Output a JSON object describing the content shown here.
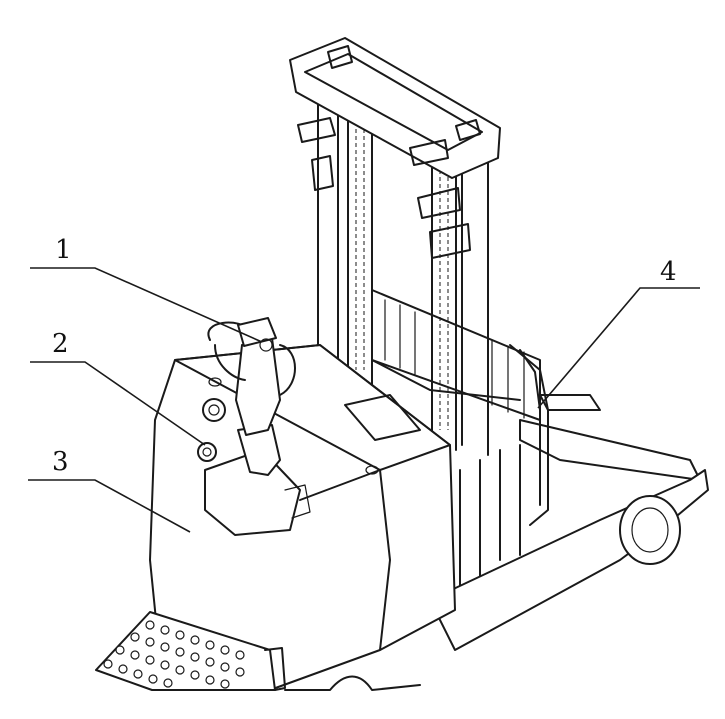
{
  "callouts": [
    {
      "id": "callout-1",
      "label": "1"
    },
    {
      "id": "callout-2",
      "label": "2"
    },
    {
      "id": "callout-3",
      "label": "3"
    },
    {
      "id": "callout-4",
      "label": "4"
    }
  ],
  "colors": {
    "line": "#1a1a1a",
    "background": "#ffffff"
  }
}
